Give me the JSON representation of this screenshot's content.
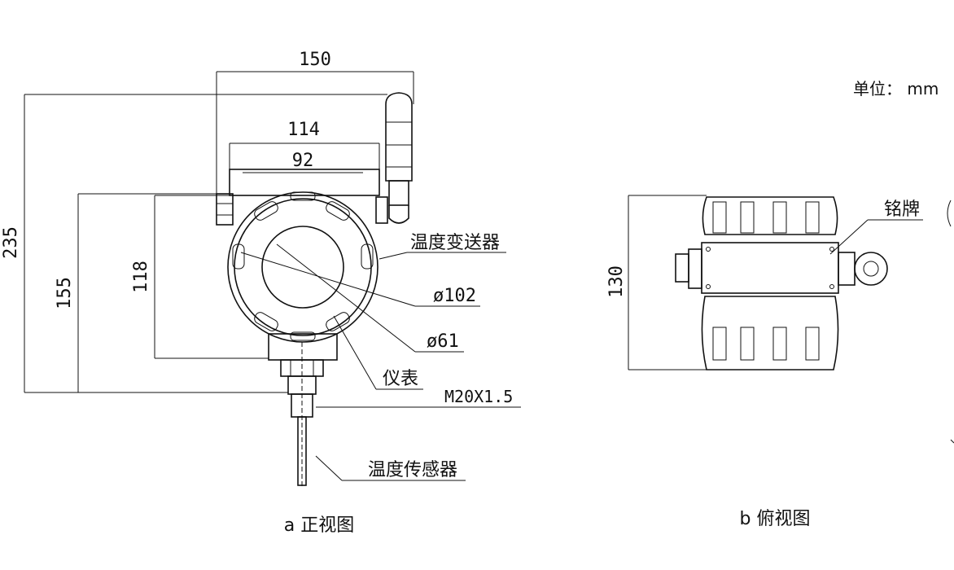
{
  "unit_label": "单位：  mm",
  "front_view": {
    "caption": "a  正视图",
    "dims": {
      "overall_width": "150",
      "body_width": "114",
      "window_width": "92",
      "overall_height": "235",
      "height_155": "155",
      "height_118": "118"
    },
    "callouts": {
      "transmitter": "温度变送器",
      "outer_dia": "ø102",
      "inner_dia": "ø61",
      "instrument": "仪表",
      "thread": "M20X1.5",
      "sensor": "温度传感器"
    }
  },
  "top_view": {
    "caption": "b  俯视图",
    "dims": {
      "height": "130"
    },
    "callouts": {
      "nameplate": "铭牌"
    }
  }
}
